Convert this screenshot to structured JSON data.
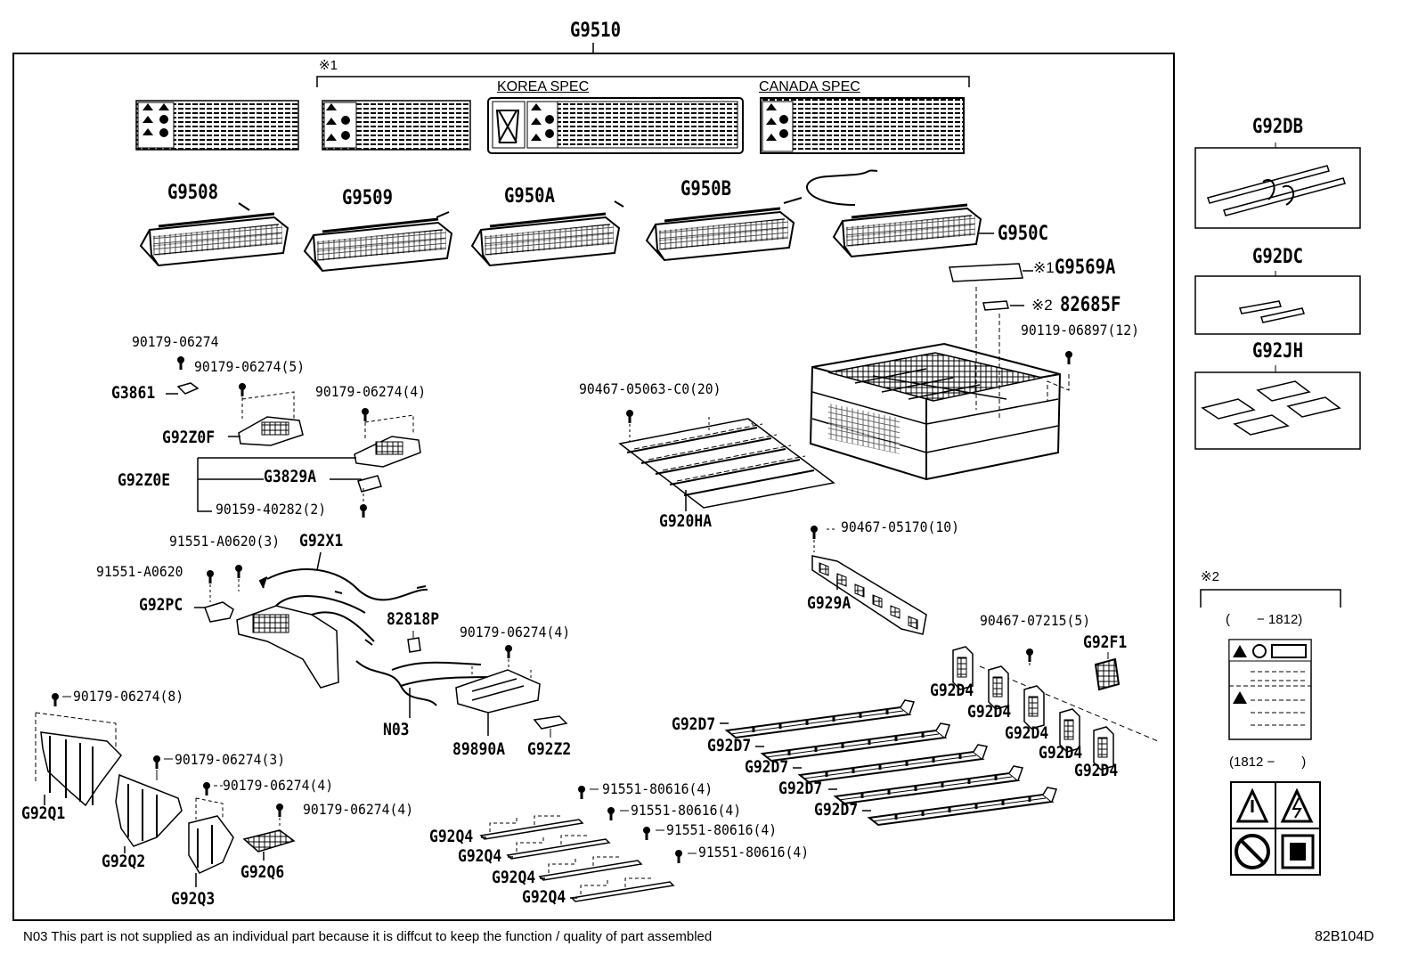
{
  "title": "G9510",
  "marks": {
    "m1": "※1",
    "m2": "※2"
  },
  "specs": {
    "korea": "KOREA SPEC",
    "canada": "CANADA SPEC"
  },
  "parts": {
    "g9508": "G9508",
    "g9509": "G9509",
    "g950a": "G950A",
    "g950b": "G950B",
    "g950c": "G950C",
    "g9569a": "G9569A",
    "g82685f": "82685F",
    "g92db": "G92DB",
    "g92dc": "G92DC",
    "g92jh": "G92JH",
    "g3861": "G3861",
    "g92z0f": "G92Z0F",
    "g92z0e": "G92Z0E",
    "g3829a": "G3829A",
    "g920ha": "G920HA",
    "g92x1": "G92X1",
    "g92pc": "G92PC",
    "g82818p": "82818P",
    "g929a": "G929A",
    "g92f1": "G92F1",
    "n03": "N03",
    "g89890a": "89890A",
    "g92z2": "G92Z2",
    "g92q1": "G92Q1",
    "g92q2": "G92Q2",
    "g92q3": "G92Q3",
    "g92q6": "G92Q6",
    "g92d4": "G92D4",
    "g92d7": "G92D7",
    "g92q4": "G92Q4"
  },
  "bolts": {
    "b1": "90179-06274",
    "b2": "90179-06274(5)",
    "b3": "90179-06274(4)",
    "b4": "90159-40282(2)",
    "b5": "90467-05063-C0(20)",
    "b6": "90119-06897(12)",
    "b7": "90467-05170(10)",
    "b8": "91551-A0620(3)",
    "b9": "91551-A0620",
    "b10": "90179-06274(4)",
    "b11": "90467-07215(5)",
    "b12": "90179-06274(8)",
    "b13": "90179-06274(3)",
    "b14": "90179-06274(4)",
    "b15": "90179-06274(4)",
    "b16": "91551-80616(4)",
    "b17": "91551-80616(4)",
    "b18": "91551-80616(4)",
    "b19": "91551-80616(4)"
  },
  "date_ranges": {
    "before": "(　　− 1812)",
    "after": "(1812 −　　)"
  },
  "footnote": "N03 This part is not supplied as an  individual part because it is diffcut to keep the function / quality of part assembled",
  "figure_id": "82B104D"
}
